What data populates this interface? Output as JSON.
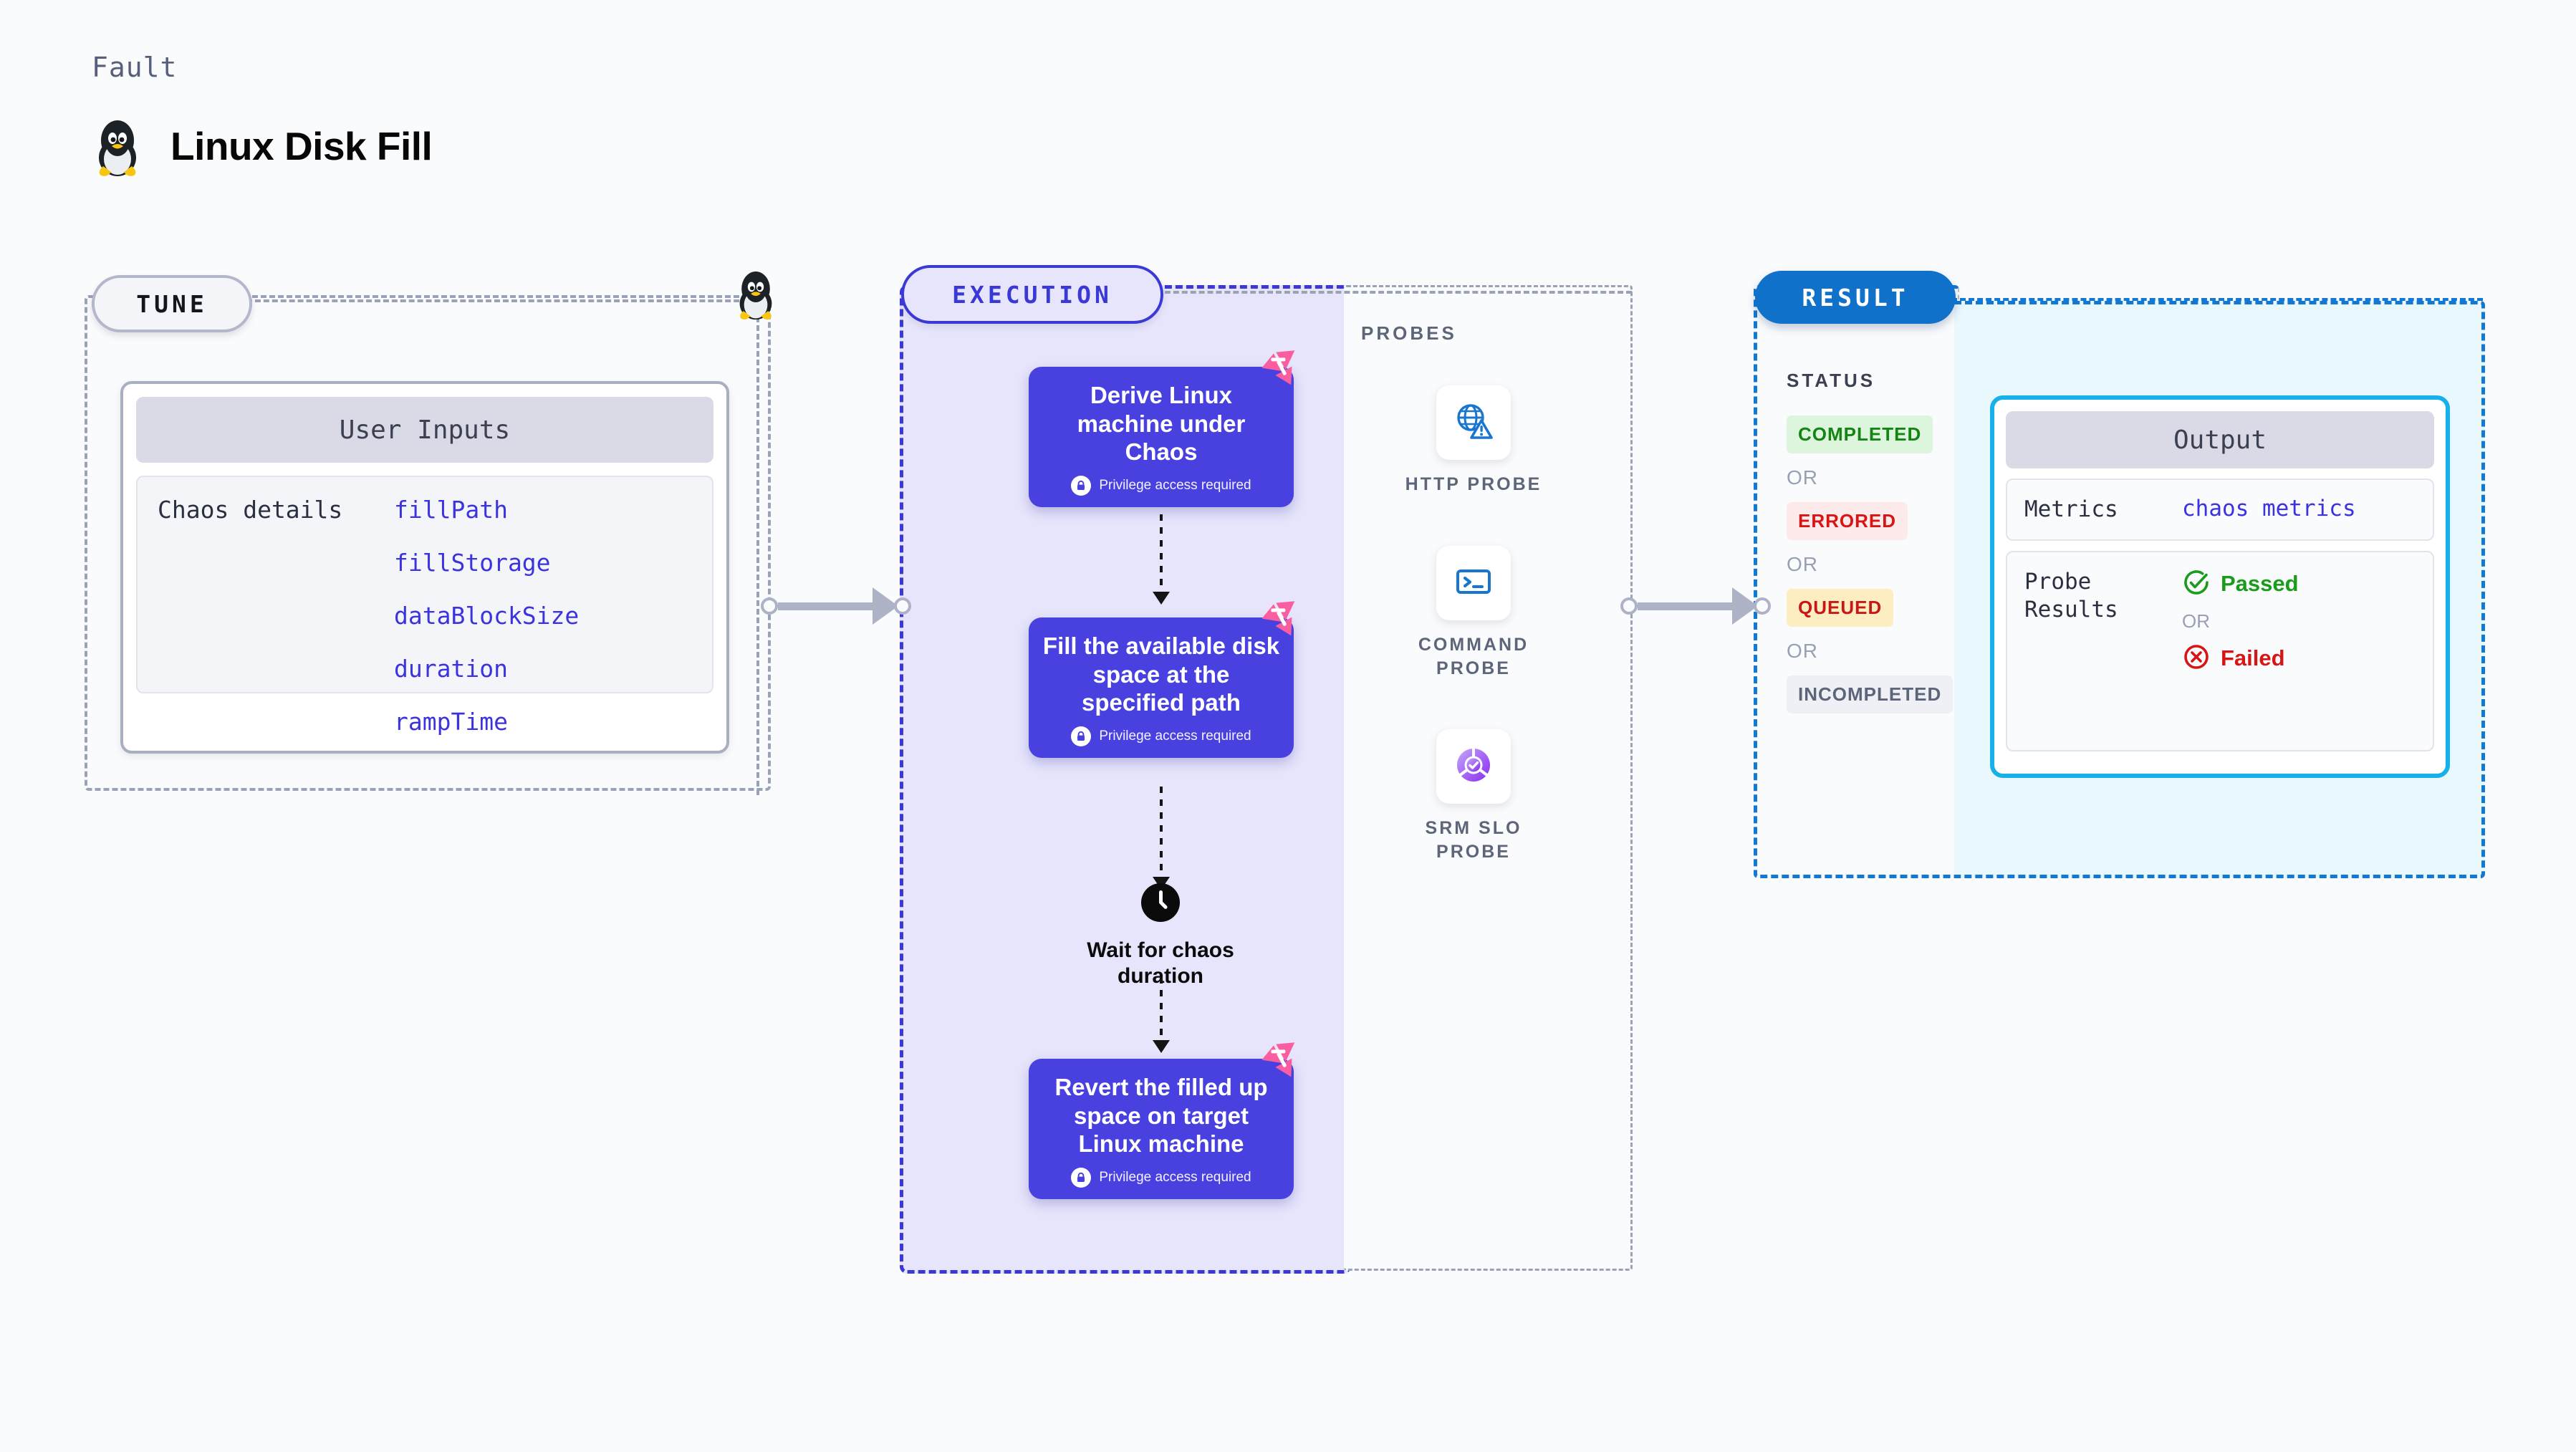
{
  "header": {
    "eyebrow": "Fault",
    "title": "Linux Disk Fill",
    "icon": "linux-penguin-icon"
  },
  "stages": {
    "tune": "TUNE",
    "execution": "EXECUTION",
    "probes": "PROBES",
    "result": "RESULT"
  },
  "tune": {
    "card_title": "User Inputs",
    "rows": [
      {
        "key": "Chaos details",
        "values": [
          "fillPath",
          "fillStorage",
          "dataBlockSize",
          "duration",
          "rampTime"
        ]
      }
    ]
  },
  "execution": {
    "privilege_note": "Privilege access required",
    "nodes": [
      {
        "title": "Derive Linux machine under Chaos",
        "privilege": true,
        "flag": "chaos-flag-icon"
      },
      {
        "title": "Fill the available disk space at the specified path",
        "privilege": true,
        "flag": "chaos-flag-icon"
      },
      {
        "title": "Revert the filled up space on target Linux machine",
        "privilege": true,
        "flag": "chaos-flag-icon"
      }
    ],
    "wait_node": {
      "label": "Wait for chaos duration",
      "icon": "clock-icon"
    }
  },
  "probes": {
    "title": "PROBES",
    "items": [
      {
        "label": "HTTP PROBE",
        "icon": "globe-warning-icon"
      },
      {
        "label": "COMMAND PROBE",
        "icon": "terminal-icon"
      },
      {
        "label": "SRM SLO PROBE",
        "icon": "slo-donut-check-icon"
      }
    ]
  },
  "result": {
    "status_label": "STATUS",
    "or_label": "OR",
    "statuses": [
      {
        "label": "COMPLETED",
        "bg": "#ddf5dd",
        "fg": "#128512"
      },
      {
        "label": "ERRORED",
        "bg": "#fdeaea",
        "fg": "#d81515"
      },
      {
        "label": "QUEUED",
        "bg": "#fdeec2",
        "fg": "#c91616"
      },
      {
        "label": "INCOMPLETED",
        "bg": "#eef0f5",
        "fg": "#5d6679"
      }
    ],
    "output": {
      "card_title": "Output",
      "metrics_key": "Metrics",
      "metrics_value": "chaos metrics",
      "probe_results_key": "Probe Results",
      "passed_label": "Passed",
      "failed_label": "Failed",
      "or_label": "OR"
    }
  },
  "colors": {
    "execution_accent": "#3b39d6",
    "execution_node": "#4841e0",
    "result_accent": "#1071ca",
    "output_accent": "#18b0e8",
    "flag_pink": "#fb5ea0",
    "link_blue": "#3b33e0",
    "canvas": "#fafbfd"
  }
}
